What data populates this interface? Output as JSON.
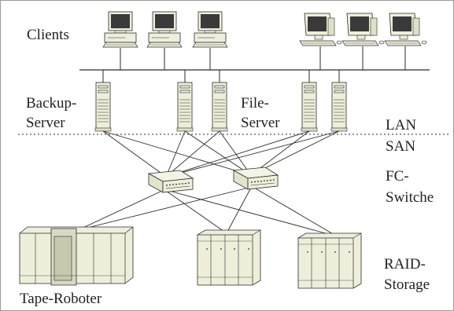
{
  "labels": {
    "clients": "Clients",
    "backup_server_line1": "Backup-",
    "backup_server_line2": "Server",
    "file_server_line1": "File-",
    "file_server_line2": "Server",
    "lan": "LAN",
    "san": "SAN",
    "fc_switch_line1": "FC-",
    "fc_switch_line2": "Switche",
    "raid_storage_line1": "RAID-",
    "raid_storage_line2": "Storage",
    "tape_robot": "Tape-Roboter"
  },
  "colors": {
    "device_fill": "#eeeeda",
    "line": "#2b2b2b",
    "screen": "#3a3a3a",
    "label": "#222222"
  },
  "icons": {
    "desktop_client": "crt-monitor-desktop-icon",
    "laptop_client": "flat-monitor-client-icon",
    "server": "tower-server-icon",
    "switch": "fc-switch-icon",
    "storage": "storage-cabinet-icon",
    "tape": "tape-library-icon"
  }
}
